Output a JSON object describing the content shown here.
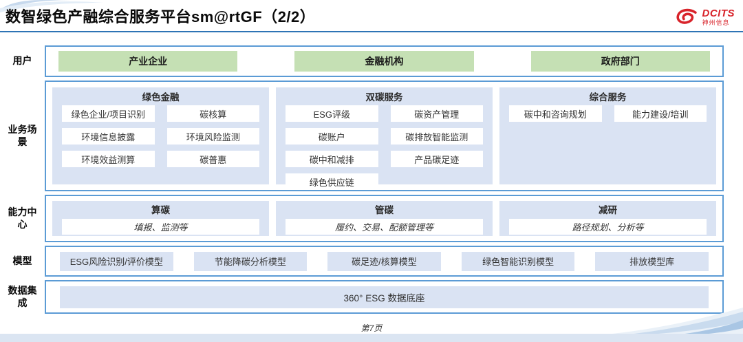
{
  "header": {
    "title": "数智绿色产融综合服务平台sm@rtGF（2/2）",
    "logo": {
      "brand": "DCITS",
      "sub": "神州信息"
    }
  },
  "rows": {
    "users": {
      "label": "用户",
      "items": [
        "产业企业",
        "金融机构",
        "政府部门"
      ]
    },
    "scenarios": {
      "label": "业务场景",
      "columns": [
        {
          "title": "绿色金融",
          "items": [
            "绿色企业/项目识别",
            "碳核算",
            "环境信息披露",
            "环境风险监测",
            "环境效益测算",
            "碳普惠"
          ]
        },
        {
          "title": "双碳服务",
          "items": [
            "ESG评级",
            "碳资产管理",
            "碳账户",
            "碳排放智能监测",
            "碳中和减排",
            "产品碳足迹",
            "绿色供应链"
          ]
        },
        {
          "title": "综合服务",
          "items": [
            "碳中和咨询规划",
            "能力建设/培训"
          ]
        }
      ]
    },
    "capabilities": {
      "label": "能力中心",
      "columns": [
        {
          "title": "算碳",
          "desc": "填报、监测等"
        },
        {
          "title": "管碳",
          "desc": "履约、交易、配额管理等"
        },
        {
          "title": "减研",
          "desc": "路径规划、分析等"
        }
      ]
    },
    "models": {
      "label": "模型",
      "items": [
        "ESG风险识别/评价模型",
        "节能降碳分析模型",
        "碳足迹/核算模型",
        "绿色智能识别模型",
        "排放模型库"
      ]
    },
    "data_integration": {
      "label": "数据集成",
      "item": "360° ESG 数据底座"
    }
  },
  "footer": {
    "page": "第7页"
  },
  "colors": {
    "accent_blue_border": "#5b9bd5",
    "title_rule_blue": "#2e74b5",
    "panel_blue": "#dae3f3",
    "user_green": "#c5e0b4",
    "brand_red": "#d8232a",
    "bottom_bar": "#dbe5f2"
  }
}
